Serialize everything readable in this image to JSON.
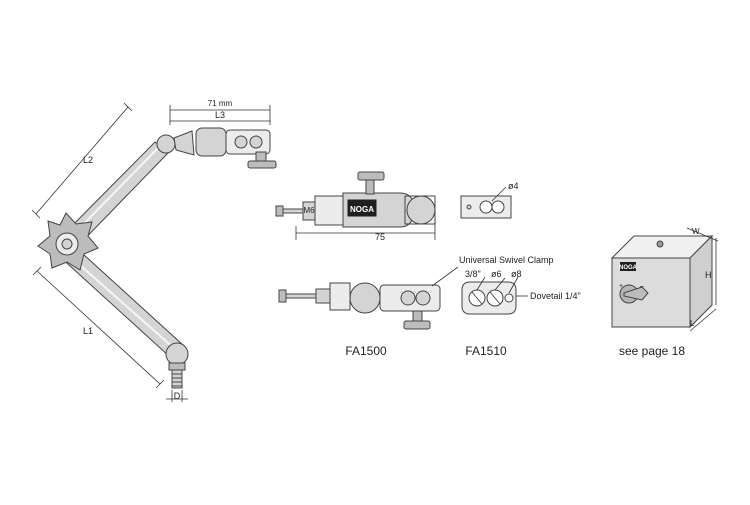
{
  "dimensions": {
    "width_71": "71 mm",
    "l3": "L3",
    "l2": "L2",
    "l1": "L1",
    "d": "D",
    "m6": "M6",
    "length_75": "75",
    "hole_d4": "ø4",
    "w": "W",
    "h": "H",
    "l": "L"
  },
  "labels": {
    "universal_swivel_clamp": "Universal Swivel Clamp",
    "three_eighths": "3/8\"",
    "d6": "ø6",
    "d8": "ø8",
    "dovetail": "Dovetail 1/4\"",
    "brand": "NOGA",
    "base_brand": "NOGA"
  },
  "captions": {
    "fa1500": "FA1500",
    "fa1510": "FA1510",
    "see_page": "see page 18"
  }
}
